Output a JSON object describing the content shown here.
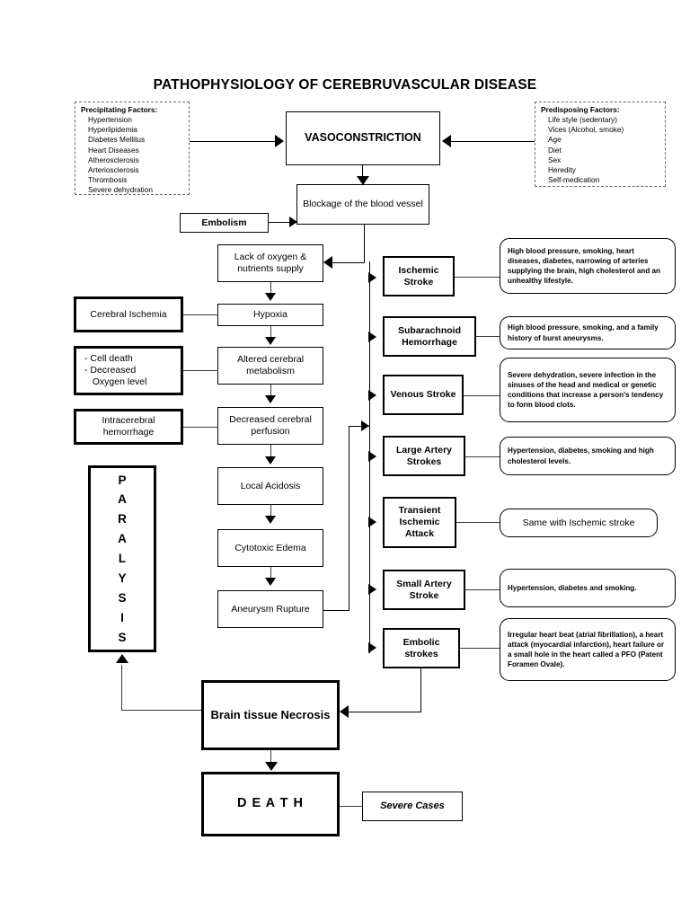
{
  "title": "PATHOPHYSIOLOGY OF CEREBRUVASCULAR DISEASE",
  "precipitating": {
    "heading": "Precipitating Factors:",
    "items": [
      "Hypertension",
      "Hyperlipidemia",
      "Diabetes Mellitus",
      "Heart Diseases",
      "Atherosclerosis",
      "Arteriosclerosis",
      "Thrombosis",
      "Severe dehydration"
    ]
  },
  "predisposing": {
    "heading": "Predisposing Factors:",
    "items": [
      "Life style (sedentary)",
      "Vices (Alcohol, smoke)",
      "Age",
      "Diet",
      "Sex",
      "Heredity",
      "Self-medication"
    ]
  },
  "flow": {
    "vasoconstriction": "VASOCONSTRICTION",
    "blockage": "Blockage of the blood vessel",
    "embolism": "Embolism",
    "lack_oxygen": "Lack of oxygen & nutrients supply",
    "hypoxia": "Hypoxia",
    "altered_metabolism": "Altered cerebral metabolism",
    "decreased_perfusion": "Decreased cerebral perfusion",
    "local_acidosis": "Local Acidosis",
    "cytotoxic_edema": "Cytotoxic Edema",
    "aneurysm_rupture": "Aneurysm Rupture",
    "brain_necrosis": "Brain tissue Necrosis",
    "death": "D E A T H",
    "severe_cases": "Severe Cases",
    "paralysis": "PARALYSIS"
  },
  "side_effects": [
    {
      "label": "Cerebral Ischemia"
    },
    {
      "label": "- Cell death\n- Decreased\n   Oxygen level"
    },
    {
      "label": "Intracerebral hemorrhage"
    }
  ],
  "strokes": [
    {
      "name": "Ischemic Stroke",
      "desc": "High blood pressure, smoking, heart diseases, diabetes, narrowing of arteries supplying the brain, high cholesterol and an unhealthy lifestyle."
    },
    {
      "name": "Subarachnoid Hemorrhage",
      "desc": "High blood pressure, smoking, and a family history of burst aneurysms."
    },
    {
      "name": "Venous Stroke",
      "desc": "Severe dehydration, severe infection in the sinuses of the head and medical or genetic conditions that increase a person's tendency to form blood clots."
    },
    {
      "name": "Large Artery Strokes",
      "desc": "Hypertension, diabetes, smoking and high cholesterol levels."
    },
    {
      "name": "Transient Ischemic Attack",
      "desc": "Same with Ischemic stroke"
    },
    {
      "name": "Small Artery Stroke",
      "desc": "Hypertension, diabetes and smoking."
    },
    {
      "name": "Embolic strokes",
      "desc": "Irregular heart beat (atrial fibrillation), a heart attack (myocardial infarction), heart failure or a small hole in the heart called a PFO (Patent Foramen Ovale)."
    }
  ],
  "colors": {
    "stroke": "#000000",
    "background": "#ffffff",
    "dashed_border": "#6b6b6b"
  }
}
